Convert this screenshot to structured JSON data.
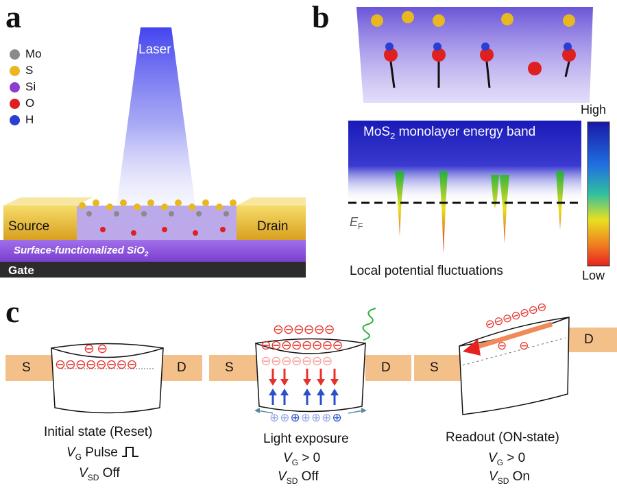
{
  "panels": {
    "a": {
      "letter": "a",
      "laser_label": "Laser",
      "legend": [
        {
          "symbol": "Mo",
          "color": "#8a8a8a"
        },
        {
          "symbol": "S",
          "color": "#e8b820"
        },
        {
          "symbol": "Si",
          "color": "#8a3fd1"
        },
        {
          "symbol": "O",
          "color": "#e02020"
        },
        {
          "symbol": "H",
          "color": "#2a3fd0"
        }
      ],
      "source_label": "Source",
      "drain_label": "Drain",
      "substrate_label": "Surface-functionalized SiO",
      "substrate_sub": "2",
      "gate_label": "Gate"
    },
    "b": {
      "letter": "b",
      "band_title_prefix": "MoS",
      "band_title_sub": "2",
      "band_title_suffix": " monolayer energy band",
      "fermi_label": "E",
      "fermi_sub": "F",
      "colorbar_high": "High",
      "colorbar_low": "Low",
      "caption": "Local potential fluctuations"
    },
    "c": {
      "letter": "c",
      "electron_symbol": "⊖",
      "hole_symbol": "⊕",
      "states": [
        {
          "source": "S",
          "drain": "D",
          "title": "Initial state (Reset)",
          "line2_var": "V",
          "line2_sub": "G",
          "line2_text": " Pulse ",
          "line3_var": "V",
          "line3_sub": "SD",
          "line3_text": " Off"
        },
        {
          "source": "S",
          "drain": "D",
          "title": "Light exposure",
          "line2_var": "V",
          "line2_sub": "G",
          "line2_text": " > 0",
          "line3_var": "V",
          "line3_sub": "SD",
          "line3_text": " Off"
        },
        {
          "source": "S",
          "drain": "D",
          "title": "Readout (ON-state)",
          "line2_var": "V",
          "line2_sub": "G",
          "line2_text": " > 0",
          "line3_var": "V",
          "line3_sub": "SD",
          "line3_text": " On"
        }
      ]
    }
  },
  "colors": {
    "electrode": "#f4c08a",
    "electron": "#e8302a",
    "hole": "#3a68c8",
    "band_blue": "#2a2ab8",
    "gold": "#e8b830",
    "oxide": "#8a4fd8",
    "gate": "#2c2c2c"
  }
}
